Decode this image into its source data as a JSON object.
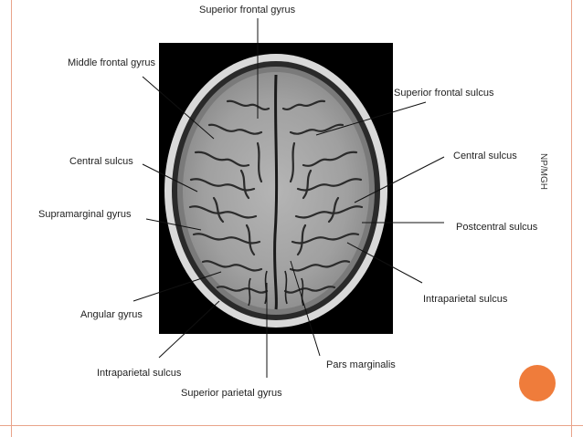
{
  "labels": {
    "superior_frontal_gyrus": "Superior frontal gyrus",
    "middle_frontal_gyrus": "Middle frontal gyrus",
    "superior_frontal_sulcus": "Superior frontal sulcus",
    "central_sulcus_left": "Central sulcus",
    "central_sulcus_right": "Central sulcus",
    "supramarginal_gyrus": "Supramarginal gyrus",
    "postcentral_sulcus": "Postcentral sulcus",
    "intraparietal_sulcus_right": "Intraparietal sulcus",
    "angular_gyrus": "Angular gyrus",
    "pars_marginalis": "Pars marginalis",
    "intraparietal_sulcus_left": "Intraparietal sulcus",
    "superior_parietal_gyrus": "Superior parietal gyrus"
  },
  "credit": "NP/MGH",
  "colors": {
    "accent_border": "#e9a38a",
    "accent_circle": "#ef7c3b",
    "mri_background": "#000000"
  }
}
